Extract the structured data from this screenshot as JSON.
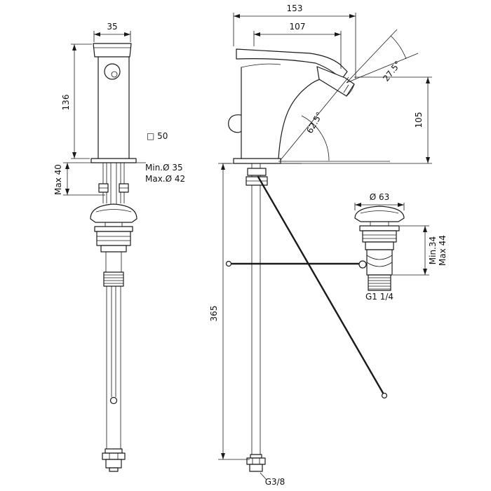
{
  "colors": {
    "background": "#ffffff",
    "line": "#1a1a1a"
  },
  "views": {
    "front": {
      "dims": {
        "width": "35",
        "height": "136",
        "max_deck": "Max 40",
        "square": "□ 50",
        "min_hole": "Min.Ø 35",
        "max_hole": "Max.Ø 42"
      }
    },
    "side": {
      "dims": {
        "depth": "153",
        "reach": "107",
        "tip_angle": "27.5°",
        "spout_angle": "62.5°",
        "outlet_height": "105",
        "hose_length": "365",
        "supply_thread": "G3/8"
      }
    },
    "drain": {
      "dims": {
        "flange_dia": "Ø 63",
        "min_clamp": "Min.34",
        "max_clamp": "Max 44",
        "waste_thread": "G1 1/4"
      }
    }
  }
}
